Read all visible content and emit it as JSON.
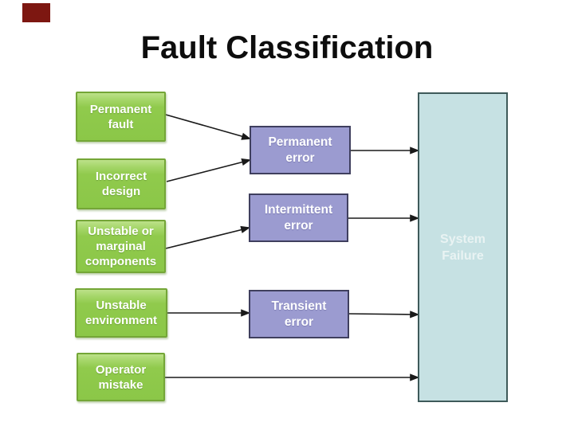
{
  "slide": {
    "title": "Fault Classification",
    "corner_marker_color": "#7d1711"
  },
  "diagram": {
    "fault_boxes": [
      {
        "label": "Permanent\nfault"
      },
      {
        "label": "Incorrect\ndesign"
      },
      {
        "label": "Unstable or\nmarginal\ncomponents"
      },
      {
        "label": "Unstable\nenvironment"
      },
      {
        "label": "Operator\nmistake"
      }
    ],
    "error_boxes": [
      {
        "label": "Permanent\nerror"
      },
      {
        "label": "Intermittent\nerror"
      },
      {
        "label": "Transient\nerror"
      }
    ],
    "failure_box": {
      "label": "System\nFailure"
    },
    "colors": {
      "fault_fill": "#8bc748",
      "fault_border": "#74A637",
      "fault_highlight": "#bce189",
      "error_fill": "#9b9bd0",
      "error_border": "#3f3f5e",
      "failure_fill": "#c6e1e3",
      "failure_border": "#3e5a5a",
      "failure_text": "#e9f3f3",
      "arrow": "#1a1a1a"
    },
    "connections": [
      {
        "from": "Permanent fault",
        "to": "Permanent error"
      },
      {
        "from": "Incorrect design",
        "to": "Permanent error"
      },
      {
        "from": "Unstable or marginal components",
        "to": "Intermittent error"
      },
      {
        "from": "Unstable environment",
        "to": "Transient error"
      },
      {
        "from": "Operator mistake",
        "to": "System Failure"
      },
      {
        "from": "Permanent error",
        "to": "System Failure"
      },
      {
        "from": "Intermittent error",
        "to": "System Failure"
      },
      {
        "from": "Transient error",
        "to": "System Failure"
      }
    ]
  }
}
